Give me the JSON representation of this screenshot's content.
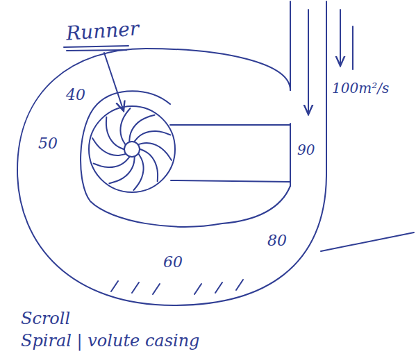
{
  "diagram": {
    "labels": [
      "Runner",
      "100m²/s",
      "40",
      "90",
      "50",
      "80",
      "60",
      "Scroll",
      "Spiral | volute casing"
    ]
  }
}
